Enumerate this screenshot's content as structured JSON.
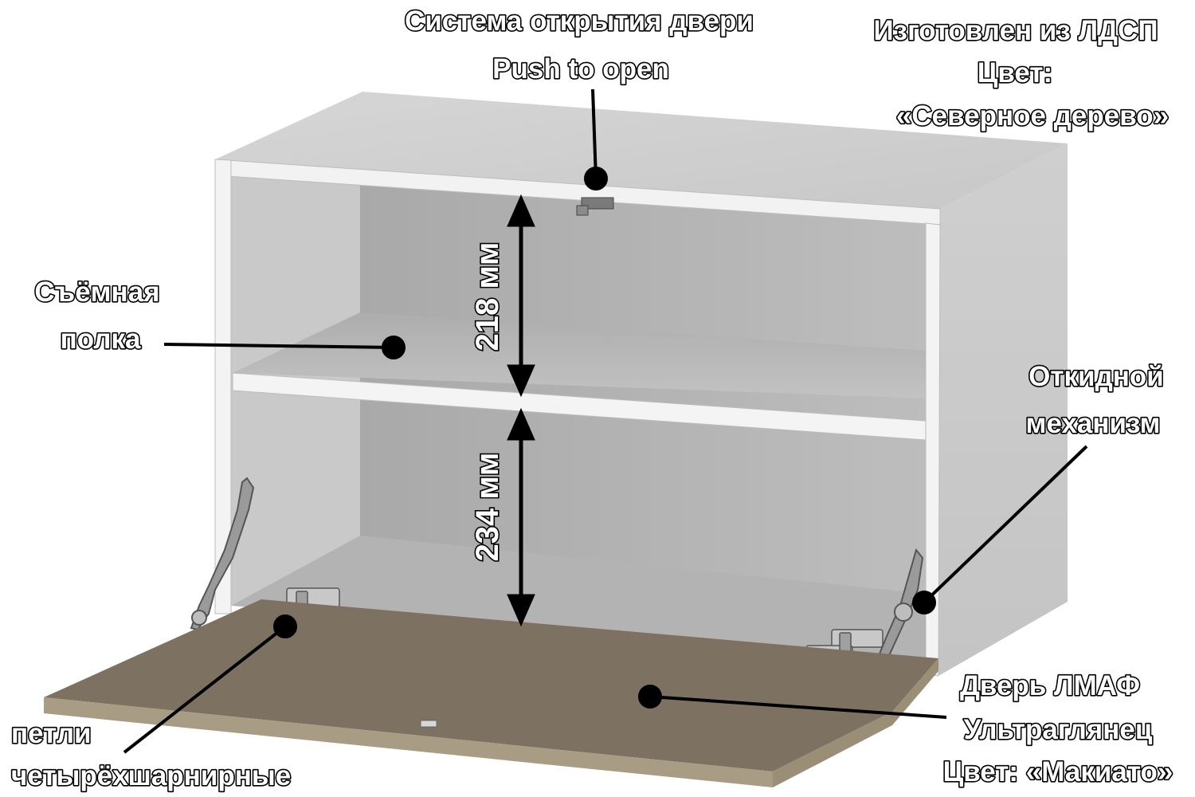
{
  "labels": {
    "door_system_line1": "Система открытия двери",
    "door_system_line2": "Push to open",
    "material_line1": "Изготовлен из ЛДСП",
    "material_line2": "Цвет:",
    "material_line3": "«Северное дерево»",
    "shelf_line1": "Съёмная",
    "shelf_line2": "полка",
    "mechanism_line1": "Откидной",
    "mechanism_line2": "механизм",
    "door_line1": "Дверь ЛМАФ",
    "door_line2": "Ультраглянец",
    "door_line3": "Цвет:  «Макиато»",
    "hinges_line1": "петли",
    "hinges_line2": "четырёхшарнирные"
  },
  "dimensions": {
    "upper": "218 мм",
    "lower": "234 мм"
  },
  "colors": {
    "carcass": "#e4e4e4",
    "carcass_edge": "#f7f7f7",
    "interior": "#b9b9b9",
    "door": "#7d7262",
    "door_edge": "#a89c84",
    "callout": "#000000"
  }
}
